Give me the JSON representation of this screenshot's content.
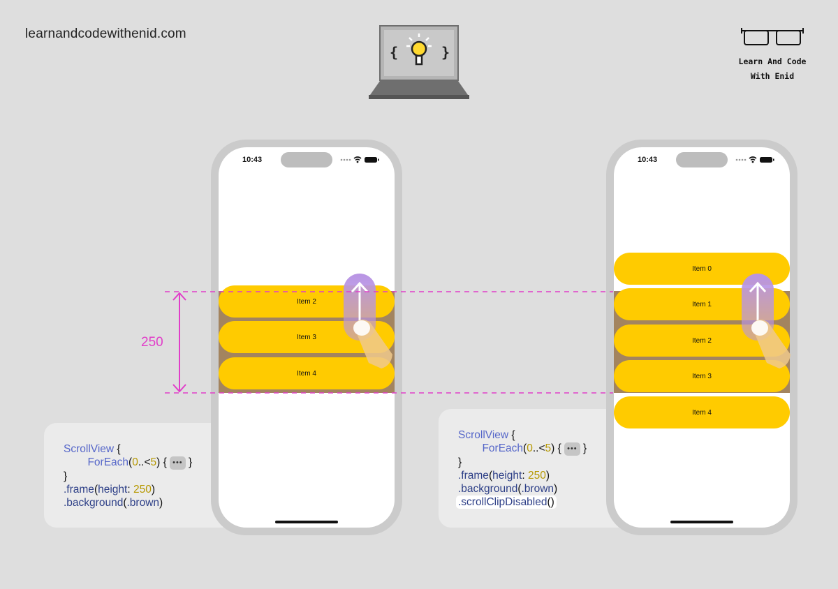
{
  "header": {
    "site_url": "learnandcodewithenid.com",
    "brand_line1": "Learn And Code",
    "brand_line2": "With Enid",
    "laptop_icon": "laptop-lightbulb-icon",
    "glasses_icon": "glasses-icon"
  },
  "measure": {
    "label": "250",
    "color": "#e13ec9"
  },
  "colors": {
    "item": "#ffcb00",
    "scroll_background": "#a3845f",
    "gesture": "#b894e4"
  },
  "left_phone": {
    "time": "10:43",
    "items": [
      "Item 2",
      "Item 3",
      "Item 4"
    ]
  },
  "right_phone": {
    "time": "10:43",
    "items": [
      "Item 0",
      "Item 1",
      "Item 2",
      "Item 3",
      "Item 4"
    ]
  },
  "code_left": {
    "line1_kw": "ScrollView",
    "line1_rest": " {",
    "line2_indent": "        ",
    "line2_kw": "ForEach",
    "line2_open": "(",
    "line2_num1": "0",
    "line2_op": "..<",
    "line2_num2": "5",
    "line2_close": ") { ",
    "line2_pill": "•••",
    "line2_end": " }",
    "line3": "}",
    "line4_mod": ".frame",
    "line4_open": "(",
    "line4_label": "height",
    "line4_colon": ": ",
    "line4_num": "250",
    "line4_close": ")",
    "line5_mod": ".background",
    "line5_open": "(",
    "line5_arg": ".brown",
    "line5_close": ")"
  },
  "code_right": {
    "line1_kw": "ScrollView",
    "line1_rest": " {",
    "line2_indent": "        ",
    "line2_kw": "ForEach",
    "line2_open": "(",
    "line2_num1": "0",
    "line2_op": "..<",
    "line2_num2": "5",
    "line2_close": ") { ",
    "line2_pill": "•••",
    "line2_end": " }",
    "line3": "}",
    "line4_mod": ".frame",
    "line4_open": "(",
    "line4_label": "height",
    "line4_colon": ": ",
    "line4_num": "250",
    "line4_close": ")",
    "line5_mod": ".background",
    "line5_open": "(",
    "line5_arg": ".brown",
    "line5_close": ")",
    "line6_mod": ".scrollClipDisabled",
    "line6_close": "()"
  }
}
